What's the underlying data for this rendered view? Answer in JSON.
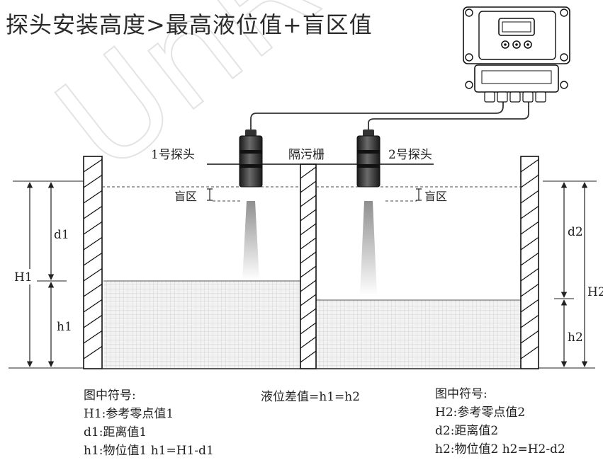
{
  "title": "探头安装高度>最高液位值+盲区值",
  "watermark": "UnReg",
  "labels": {
    "probe1": "1号探头",
    "probe2": "2号探头",
    "grille": "隔污栅",
    "blind1": "盲区",
    "blind2": "盲区",
    "H1": "H1",
    "d1": "d1",
    "h1": "h1",
    "H2": "H2",
    "d2": "d2",
    "h2": "h2"
  },
  "legend_left": {
    "heading": "图中符号:",
    "line1": "H1:参考零点值1",
    "line2": "d1:距离值1",
    "line3": "h1:物位值1  h1=H1-d1"
  },
  "legend_middle": {
    "line1": "液位差值=h1=h2"
  },
  "legend_right": {
    "heading": "图中符号:",
    "line1": "H2:参考零点值2",
    "line2": "d2:距离值2",
    "line3": "h2:物位值2   h2=H2-d2"
  }
}
